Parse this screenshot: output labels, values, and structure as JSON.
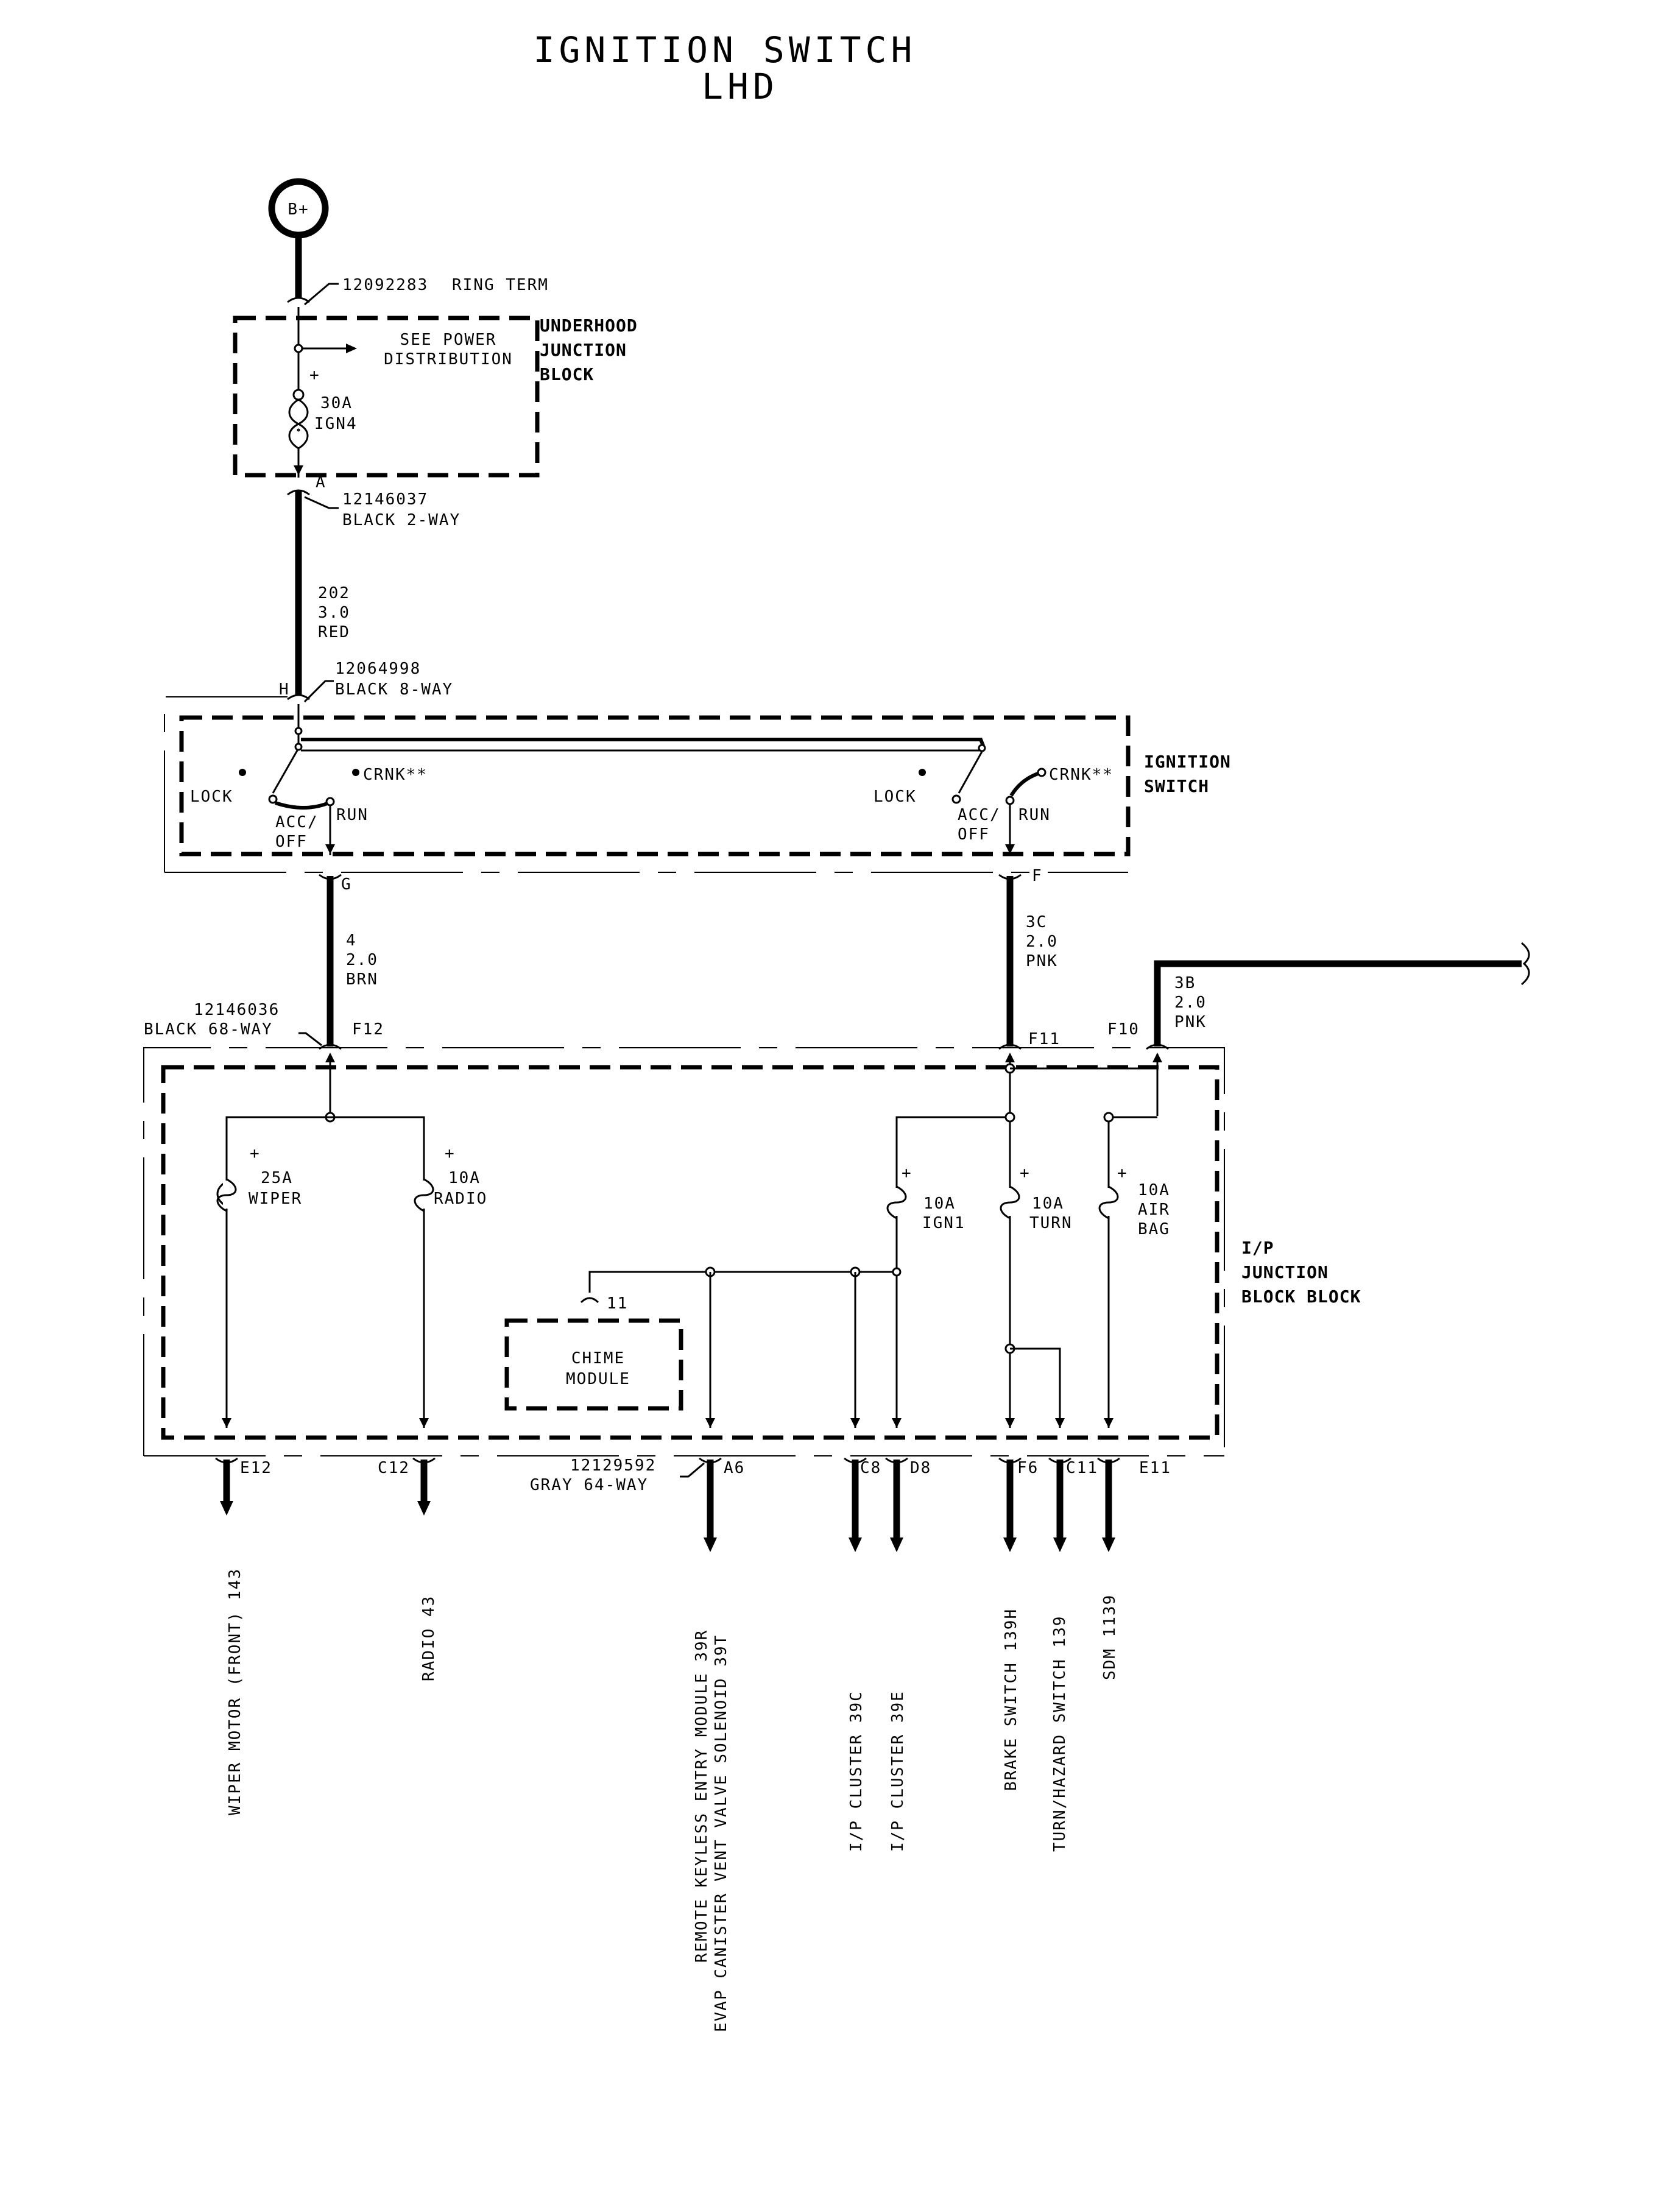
{
  "title": {
    "line1": "IGNITION SWITCH",
    "line2": "LHD"
  },
  "battery": {
    "label": "B+"
  },
  "ring_term": {
    "part": "12092283",
    "desc": "RING TERM"
  },
  "underhood": {
    "block_line1": "UNDERHOOD",
    "block_line2": "JUNCTION",
    "block_line3": "BLOCK",
    "see_line1": "SEE POWER",
    "see_line2": "DISTRIBUTION",
    "fuse_amp": "30A",
    "fuse_name": "IGN4",
    "plus": "+"
  },
  "conn_black2": {
    "pin": "A",
    "part": "12146037",
    "desc": "BLACK 2-WAY"
  },
  "wire_202": {
    "circuit": "202",
    "gauge": "3.0",
    "color": "RED"
  },
  "conn_black8": {
    "pin": "H",
    "part": "12064998",
    "desc": "BLACK 8-WAY"
  },
  "ignition_switch": {
    "block_line1": "IGNITION",
    "block_line2": "SWITCH",
    "left": {
      "lock": "LOCK",
      "crnk": "CRNK**",
      "acc1": "ACC/",
      "acc2": "OFF",
      "run": "RUN"
    },
    "right": {
      "lock": "LOCK",
      "crnk": "CRNK**",
      "acc1": "ACC/",
      "acc2": "OFF",
      "run": "RUN"
    },
    "pin_g": "G",
    "pin_f": "F"
  },
  "wire_4": {
    "circuit": "4",
    "gauge": "2.0",
    "color": "BRN"
  },
  "wire_3c": {
    "circuit": "3C",
    "gauge": "2.0",
    "color": "PNK"
  },
  "wire_3b": {
    "circuit": "3B",
    "gauge": "2.0",
    "color": "PNK"
  },
  "conn_black68": {
    "part": "12146036",
    "desc": "BLACK 68-WAY",
    "pin_f12": "F12",
    "pin_f11": "F11",
    "pin_f10": "F10"
  },
  "ip_junction": {
    "block_line1": "I/P",
    "block_line2": "JUNCTION",
    "block_line3": "BLOCK BLOCK",
    "fuses": [
      {
        "amp": "25A",
        "name": "WIPER"
      },
      {
        "amp": "10A",
        "name": "RADIO"
      },
      {
        "amp": "10A",
        "name": "IGN1"
      },
      {
        "amp": "10A",
        "name": "TURN"
      },
      {
        "amp": "10A",
        "name": "AIR",
        "name2": "BAG"
      }
    ],
    "plus": "+",
    "chime_line1": "CHIME",
    "chime_line2": "MODULE",
    "chime_pin": "11"
  },
  "conn_gray64": {
    "part": "12129592",
    "desc": "GRAY 64-WAY"
  },
  "output_pins": [
    "E12",
    "C12",
    "A6",
    "C8",
    "D8",
    "F6",
    "C11",
    "E11"
  ],
  "destinations": {
    "wiper": "WIPER MOTOR (FRONT) 143",
    "radio": "RADIO 43",
    "rke": "REMOTE KEYLESS ENTRY MODULE 39R",
    "evap": "EVAP CANISTER VENT VALVE SOLENOID 39T",
    "cluster_c": "I/P CLUSTER 39C",
    "cluster_e": "I/P CLUSTER 39E",
    "brake": "BRAKE SWITCH 139H",
    "turn": "TURN/HAZARD SWITCH 139",
    "sdm": "SDM 1139"
  }
}
